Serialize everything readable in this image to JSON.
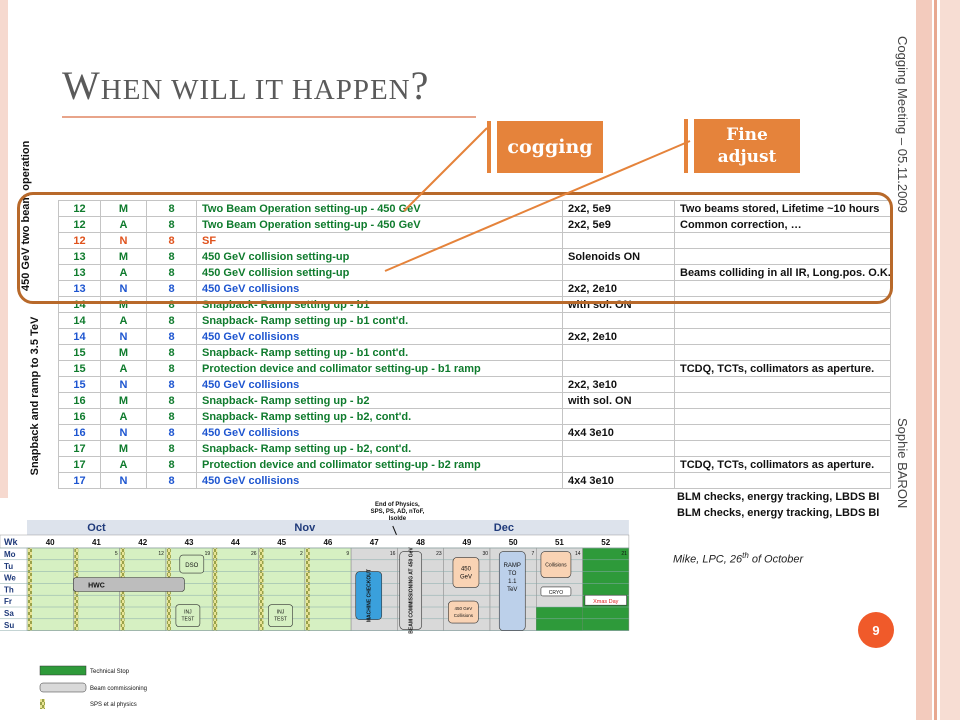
{
  "slide": {
    "title_first": "W",
    "title_rest": "hen will it happen",
    "title_q": "?",
    "side_text_top": "Cogging Meeting – 05.11.2009",
    "side_text_bottom": "Sophie BARON",
    "page_number": "9"
  },
  "callouts": {
    "cogging": "cogging",
    "fine_line1": "Fine",
    "fine_line2": "adjust"
  },
  "schedule": {
    "group_top": "450 GeV two beam operation",
    "group_bottom": "Snapback and ramp to 3.5 TeV",
    "rows": [
      {
        "wk": "12",
        "shift": "M",
        "hours": "8",
        "task": "Two Beam Operation setting-up - 450 GeV",
        "beam": "2x2, 5e9",
        "notes": "Two beams stored, Lifetime ~10 hours",
        "color": "g"
      },
      {
        "wk": "12",
        "shift": "A",
        "hours": "8",
        "task": "Two Beam Operation setting-up - 450 GeV",
        "beam": "2x2, 5e9",
        "notes": "Common correction, …",
        "color": "g"
      },
      {
        "wk": "12",
        "shift": "N",
        "hours": "8",
        "task": "SF",
        "beam": "",
        "notes": "",
        "color": "r"
      },
      {
        "wk": "13",
        "shift": "M",
        "hours": "8",
        "task": "450 GeV collision setting-up",
        "beam": "Solenoids ON",
        "notes": "",
        "color": "g"
      },
      {
        "wk": "13",
        "shift": "A",
        "hours": "8",
        "task": "450 GeV collision setting-up",
        "beam": "",
        "notes": "Beams colliding in all IR, Long.pos. O.K.",
        "color": "g"
      },
      {
        "wk": "13",
        "shift": "N",
        "hours": "8",
        "task": "450 GeV collisions",
        "beam": "2x2, 2e10",
        "notes": "",
        "color": "b"
      },
      {
        "wk": "14",
        "shift": "M",
        "hours": "8",
        "task": "Snapback- Ramp setting up - b1",
        "beam": "with sol. ON",
        "notes": "",
        "color": "g"
      },
      {
        "wk": "14",
        "shift": "A",
        "hours": "8",
        "task": "Snapback- Ramp setting up - b1 cont'd.",
        "beam": "",
        "notes": "",
        "color": "g"
      },
      {
        "wk": "14",
        "shift": "N",
        "hours": "8",
        "task": "450 GeV collisions",
        "beam": "2x2, 2e10",
        "notes": "",
        "color": "b"
      },
      {
        "wk": "15",
        "shift": "M",
        "hours": "8",
        "task": "Snapback- Ramp setting up - b1 cont'd.",
        "beam": "",
        "notes": "",
        "color": "g"
      },
      {
        "wk": "15",
        "shift": "A",
        "hours": "8",
        "task": "Protection device and collimator setting-up - b1 ramp",
        "beam": "",
        "notes": "TCDQ, TCTs, collimators as aperture.",
        "color": "g"
      },
      {
        "wk": "15",
        "shift": "N",
        "hours": "8",
        "task": "450 GeV collisions",
        "beam": "2x2, 3e10",
        "notes": "",
        "color": "b"
      },
      {
        "wk": "16",
        "shift": "M",
        "hours": "8",
        "task": "Snapback- Ramp setting up - b2",
        "beam": "with sol. ON",
        "notes": "",
        "color": "g"
      },
      {
        "wk": "16",
        "shift": "A",
        "hours": "8",
        "task": "Snapback- Ramp setting up - b2,  cont'd.",
        "beam": "",
        "notes": "",
        "color": "g"
      },
      {
        "wk": "16",
        "shift": "N",
        "hours": "8",
        "task": "450 GeV collisions",
        "beam": "4x4 3e10",
        "notes": "",
        "color": "b"
      },
      {
        "wk": "17",
        "shift": "M",
        "hours": "8",
        "task": "Snapback- Ramp setting up - b2,  cont'd.",
        "beam": "",
        "notes": "",
        "color": "g"
      },
      {
        "wk": "17",
        "shift": "A",
        "hours": "8",
        "task": "Protection device and collimator setting-up - b2 ramp",
        "beam": "",
        "notes": "TCDQ, TCTs, collimators as aperture.",
        "color": "g"
      },
      {
        "wk": "17",
        "shift": "N",
        "hours": "8",
        "task": "450 GeV collisions",
        "beam": "4x4 3e10",
        "notes": "",
        "color": "b"
      }
    ],
    "tail_notes": [
      "BLM checks, energy tracking, LBDS BI",
      "BLM checks, energy tracking, LBDS BI"
    ]
  },
  "calendar": {
    "caption_main": "Mike, LPC, 26",
    "caption_sup": "th",
    "caption_tail": " of October",
    "months": [
      "Oct",
      "Nov",
      "Dec"
    ],
    "wk_label": "Wk",
    "weeks": [
      "40",
      "41",
      "42",
      "43",
      "44",
      "45",
      "46",
      "47",
      "48",
      "49",
      "50",
      "51",
      "52"
    ],
    "days": [
      "Mo",
      "Tu",
      "We",
      "Th",
      "Fr",
      "Sa",
      "Su"
    ],
    "monday_dates": [
      "",
      "5",
      "12",
      "19",
      "26",
      "2",
      "9",
      "16",
      "23",
      "30",
      "7",
      "14",
      "21"
    ],
    "end_of_physics": [
      "End of Physics,",
      "SPS, PS, AD, nToF,",
      "Isolde"
    ],
    "hwc": "HWC",
    "dso": "DSO",
    "inj_test": [
      "INJ",
      "TEST"
    ],
    "machine_checkout": "MACHINE CHECKOUT",
    "beam_comm": "BEAM COMMISSIONING AT 450 GeV",
    "box450": [
      "450",
      "GeV"
    ],
    "box450coll": [
      "450 GeV",
      "Collisions"
    ],
    "ramp": [
      "RAMP",
      "TO",
      "1.1",
      "TeV"
    ],
    "collisions": "Collisions",
    "cryo": "CRYO",
    "xmas": "Xmas Day",
    "legend": [
      "Technical Stop",
      "Beam commissioning",
      "SPS et al physics"
    ]
  }
}
